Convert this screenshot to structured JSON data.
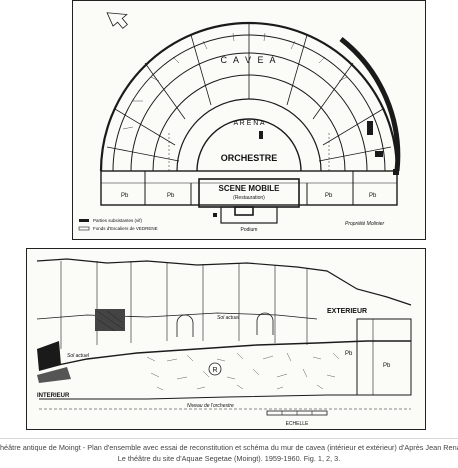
{
  "plan": {
    "cavea_label": "C A V E A",
    "orchestre_label": "ORCHESTRE",
    "scene_label": "SCENE MOBILE",
    "scene_sublabel": "(Restauration)",
    "arena_label": "A R E N A",
    "rooms": [
      "Pb",
      "Pb",
      "Pb",
      "Pb"
    ],
    "legend_1": "Parties subsistantes (vif)",
    "legend_2": "Fonds d'Escaliers de VEDRENE",
    "bottom_right_label": "Propriété Molinier",
    "bottom_center_label": "Podium"
  },
  "section": {
    "exterieur_label": "EXTERIEUR",
    "interieur_label": "INTERIEUR",
    "sol_actuel_top": "Sol actuel",
    "sol_actuel_left": "Sol actuel",
    "niveau_label": "Niveau de l'orchestre",
    "echelle_label": "ECHELLE",
    "pb_labels": [
      "Pb",
      "Pb"
    ],
    "marker": "R"
  },
  "caption": {
    "line1": "héâtre antique de Moingt - Plan d'ensemble avec essai de reconstitution et schéma du mur de cavea (intérieur et extérieur) d'Après Jean Renaud",
    "line2": "Le théâtre du site d'Aquae Segetae (Moingt). 1959-1960. Fig. 1, 2, 3."
  },
  "colors": {
    "ink": "#1a1a1a",
    "paper": "#fbfbf8",
    "caption_text": "#444444"
  }
}
